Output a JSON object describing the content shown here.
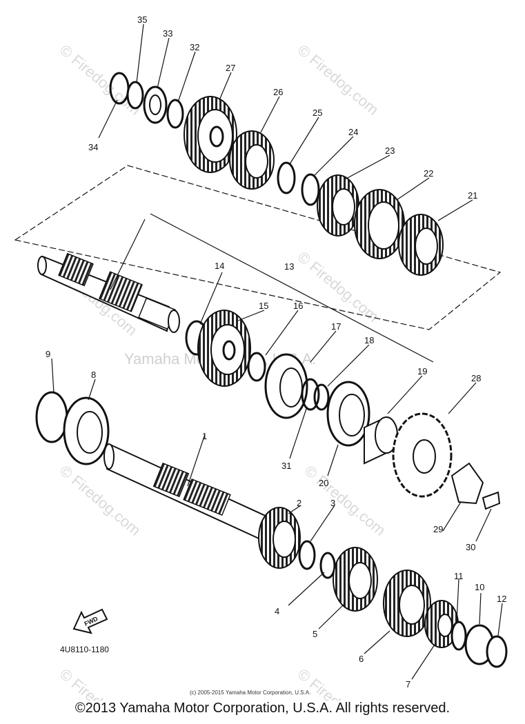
{
  "part_numbers": {
    "n1": "1",
    "n2": "2",
    "n3": "3",
    "n4": "4",
    "n5": "5",
    "n6": "6",
    "n7": "7",
    "n8": "8",
    "n9": "9",
    "n10": "10",
    "n11": "11",
    "n12": "12",
    "n13": "13",
    "n14": "14",
    "n15": "15",
    "n16": "16",
    "n17": "17",
    "n18": "18",
    "n19": "19",
    "n20": "20",
    "n21": "21",
    "n22": "22",
    "n23": "23",
    "n24": "24",
    "n25": "25",
    "n26": "26",
    "n27": "27",
    "n28": "28",
    "n29": "29",
    "n30": "30",
    "n31": "31",
    "n32": "32",
    "n33": "33",
    "n34": "34",
    "n35": "35"
  },
  "diagram_code": "4U8110-1180",
  "fwd_label": "FWD",
  "small_copyright": "(c) 2005-2015 Yamaha Motor Corporation, U.S.A.",
  "watermark_site": "© Firedog.com",
  "watermark_mid": "Yamaha Motor Corp., U.S.A.",
  "footer_copyright": "©2013 Yamaha Motor Corporation, U.S.A. All rights reserved."
}
